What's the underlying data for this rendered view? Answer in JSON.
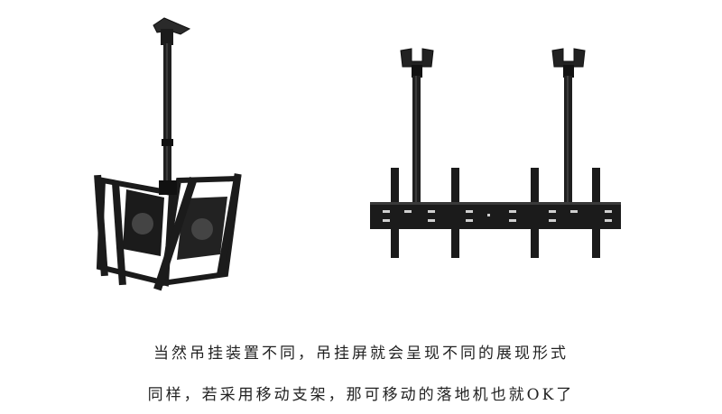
{
  "caption": {
    "line1": "当然吊挂装置不同，吊挂屏就会呈现不同的展现形式",
    "line2": "同样，若采用移动支架，那可移动的落地机也就OK了"
  },
  "images": {
    "left": "ceiling-mount-dual-tv-bracket",
    "right": "ceiling-mount-double-screen-bar-bracket"
  },
  "colors": {
    "metal": "#1b1b1b",
    "background": "#ffffff",
    "text": "#222222"
  }
}
